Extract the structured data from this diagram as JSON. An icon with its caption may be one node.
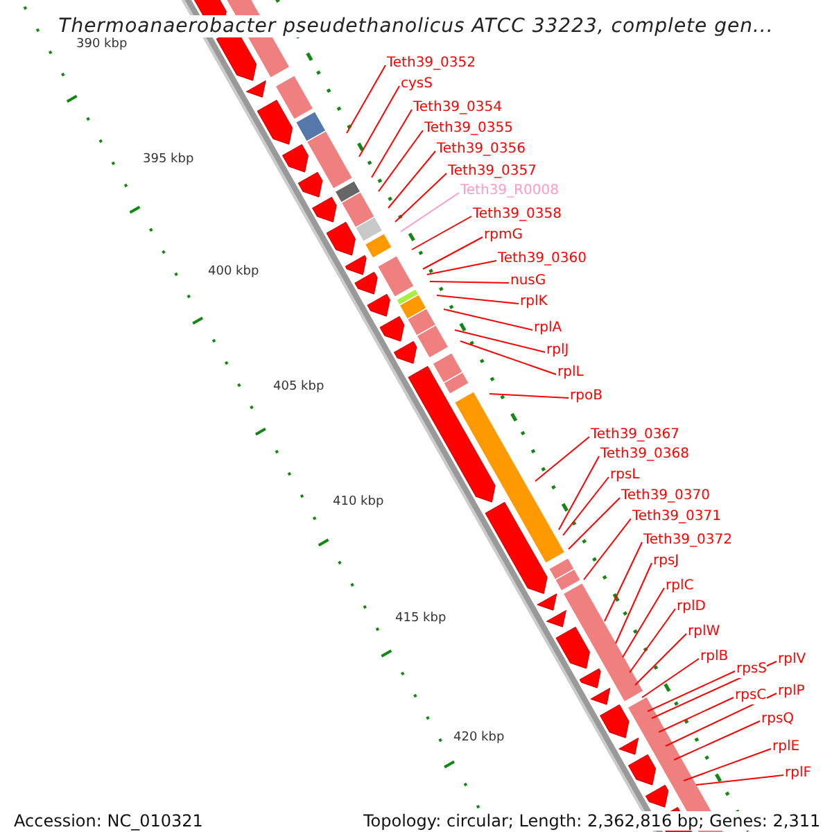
{
  "diagram": {
    "title": "Thermoanaerobacter pseudethanolicus ATCC 33223, complete gen...",
    "nodes": [
      {
        "text": [
          "Teth39_0352"
        ]
      },
      {
        "text": [
          "cysS"
        ]
      },
      {
        "text": [
          "Teth39_0354"
        ]
      },
      {
        "text": [
          "Teth39_0355"
        ]
      },
      {
        "text": [
          "Teth39_0356"
        ]
      },
      {
        "text": [
          "Teth39_0357"
        ]
      },
      {
        "text": [
          "Teth39_R0008"
        ]
      },
      {
        "text": [
          "Teth39_0358"
        ]
      },
      {
        "text": [
          "rpmG"
        ]
      },
      {
        "text": [
          "Teth39_0360"
        ]
      },
      {
        "text": [
          "nusG"
        ]
      },
      {
        "text": [
          "rplK"
        ]
      },
      {
        "text": [
          "rplA"
        ]
      },
      {
        "text": [
          "rplJ"
        ]
      },
      {
        "text": [
          "rplL"
        ]
      },
      {
        "text": [
          "rpoB"
        ]
      },
      {
        "text": [
          "Teth39_0367"
        ]
      },
      {
        "text": [
          "Teth39_0368"
        ]
      },
      {
        "text": [
          "rpsL"
        ]
      },
      {
        "text": [
          "Teth39_0370"
        ]
      },
      {
        "text": [
          "Teth39_0371"
        ]
      },
      {
        "text": [
          "Teth39_0372"
        ]
      },
      {
        "text": [
          "rpsJ"
        ]
      },
      {
        "text": [
          "rplC"
        ]
      },
      {
        "text": [
          "rplD"
        ]
      },
      {
        "text": [
          "rplW"
        ]
      },
      {
        "text": [
          "rplB"
        ]
      },
      {
        "text": [
          "rpsS"
        ]
      },
      {
        "text": [
          "rplV"
        ]
      },
      {
        "text": [
          "rpsC"
        ]
      },
      {
        "text": [
          "rplP"
        ]
      },
      {
        "text": [
          "rpsQ"
        ]
      },
      {
        "text": [
          "rplE"
        ]
      },
      {
        "text": [
          "rplF"
        ]
      }
    ],
    "edges": [
      {
        "from": 0,
        "to": null,
        "arrow": "none"
      },
      {
        "from": 1,
        "to": null,
        "arrow": "none"
      },
      {
        "from": 2,
        "to": null,
        "arrow": "none"
      },
      {
        "from": 3,
        "to": null,
        "arrow": "none"
      },
      {
        "from": 4,
        "to": null,
        "arrow": "none"
      },
      {
        "from": 5,
        "to": null,
        "arrow": "none"
      },
      {
        "from": 6,
        "to": null,
        "arrow": "none",
        "color": "#ff99cc"
      },
      {
        "from": 7,
        "to": null,
        "arrow": "none"
      },
      {
        "from": 8,
        "to": null,
        "arrow": "none"
      },
      {
        "from": 9,
        "to": null,
        "arrow": "none"
      },
      {
        "from": 10,
        "to": null,
        "arrow": "none"
      },
      {
        "from": 11,
        "to": null,
        "arrow": "none"
      },
      {
        "from": 12,
        "to": null,
        "arrow": "none"
      },
      {
        "from": 13,
        "to": null,
        "arrow": "none"
      },
      {
        "from": 14,
        "to": null,
        "arrow": "none"
      },
      {
        "from": 15,
        "to": null,
        "arrow": "none"
      },
      {
        "from": 16,
        "to": null,
        "arrow": "none"
      },
      {
        "from": 17,
        "to": null,
        "arrow": "none"
      },
      {
        "from": 18,
        "to": null,
        "arrow": "none"
      },
      {
        "from": 19,
        "to": null,
        "arrow": "none"
      },
      {
        "from": 20,
        "to": null,
        "arrow": "none"
      },
      {
        "from": 21,
        "to": null,
        "arrow": "none"
      },
      {
        "from": 22,
        "to": null,
        "arrow": "none"
      },
      {
        "from": 23,
        "to": null,
        "arrow": "none"
      },
      {
        "from": 24,
        "to": null,
        "arrow": "none"
      },
      {
        "from": 25,
        "to": null,
        "arrow": "none"
      },
      {
        "from": 26,
        "to": null,
        "arrow": "none"
      },
      {
        "from": 27,
        "to": null,
        "arrow": "none"
      },
      {
        "from": 28,
        "to": null,
        "arrow": "none"
      },
      {
        "from": 29,
        "to": null,
        "arrow": "none"
      },
      {
        "from": 30,
        "to": null,
        "arrow": "none"
      },
      {
        "from": 31,
        "to": null,
        "arrow": "none"
      },
      {
        "from": 32,
        "to": null,
        "arrow": "none"
      },
      {
        "from": 33,
        "to": null,
        "arrow": "none"
      }
    ],
    "labels": [
      "390 kbp",
      "395 kbp",
      "400 kbp",
      "405 kbp",
      "410 kbp",
      "415 kbp",
      "420 kbp",
      "Accession: NC_010321",
      "Topology: circular; Length: 2,362,816 bp; Genes: 2,311"
    ]
  }
}
